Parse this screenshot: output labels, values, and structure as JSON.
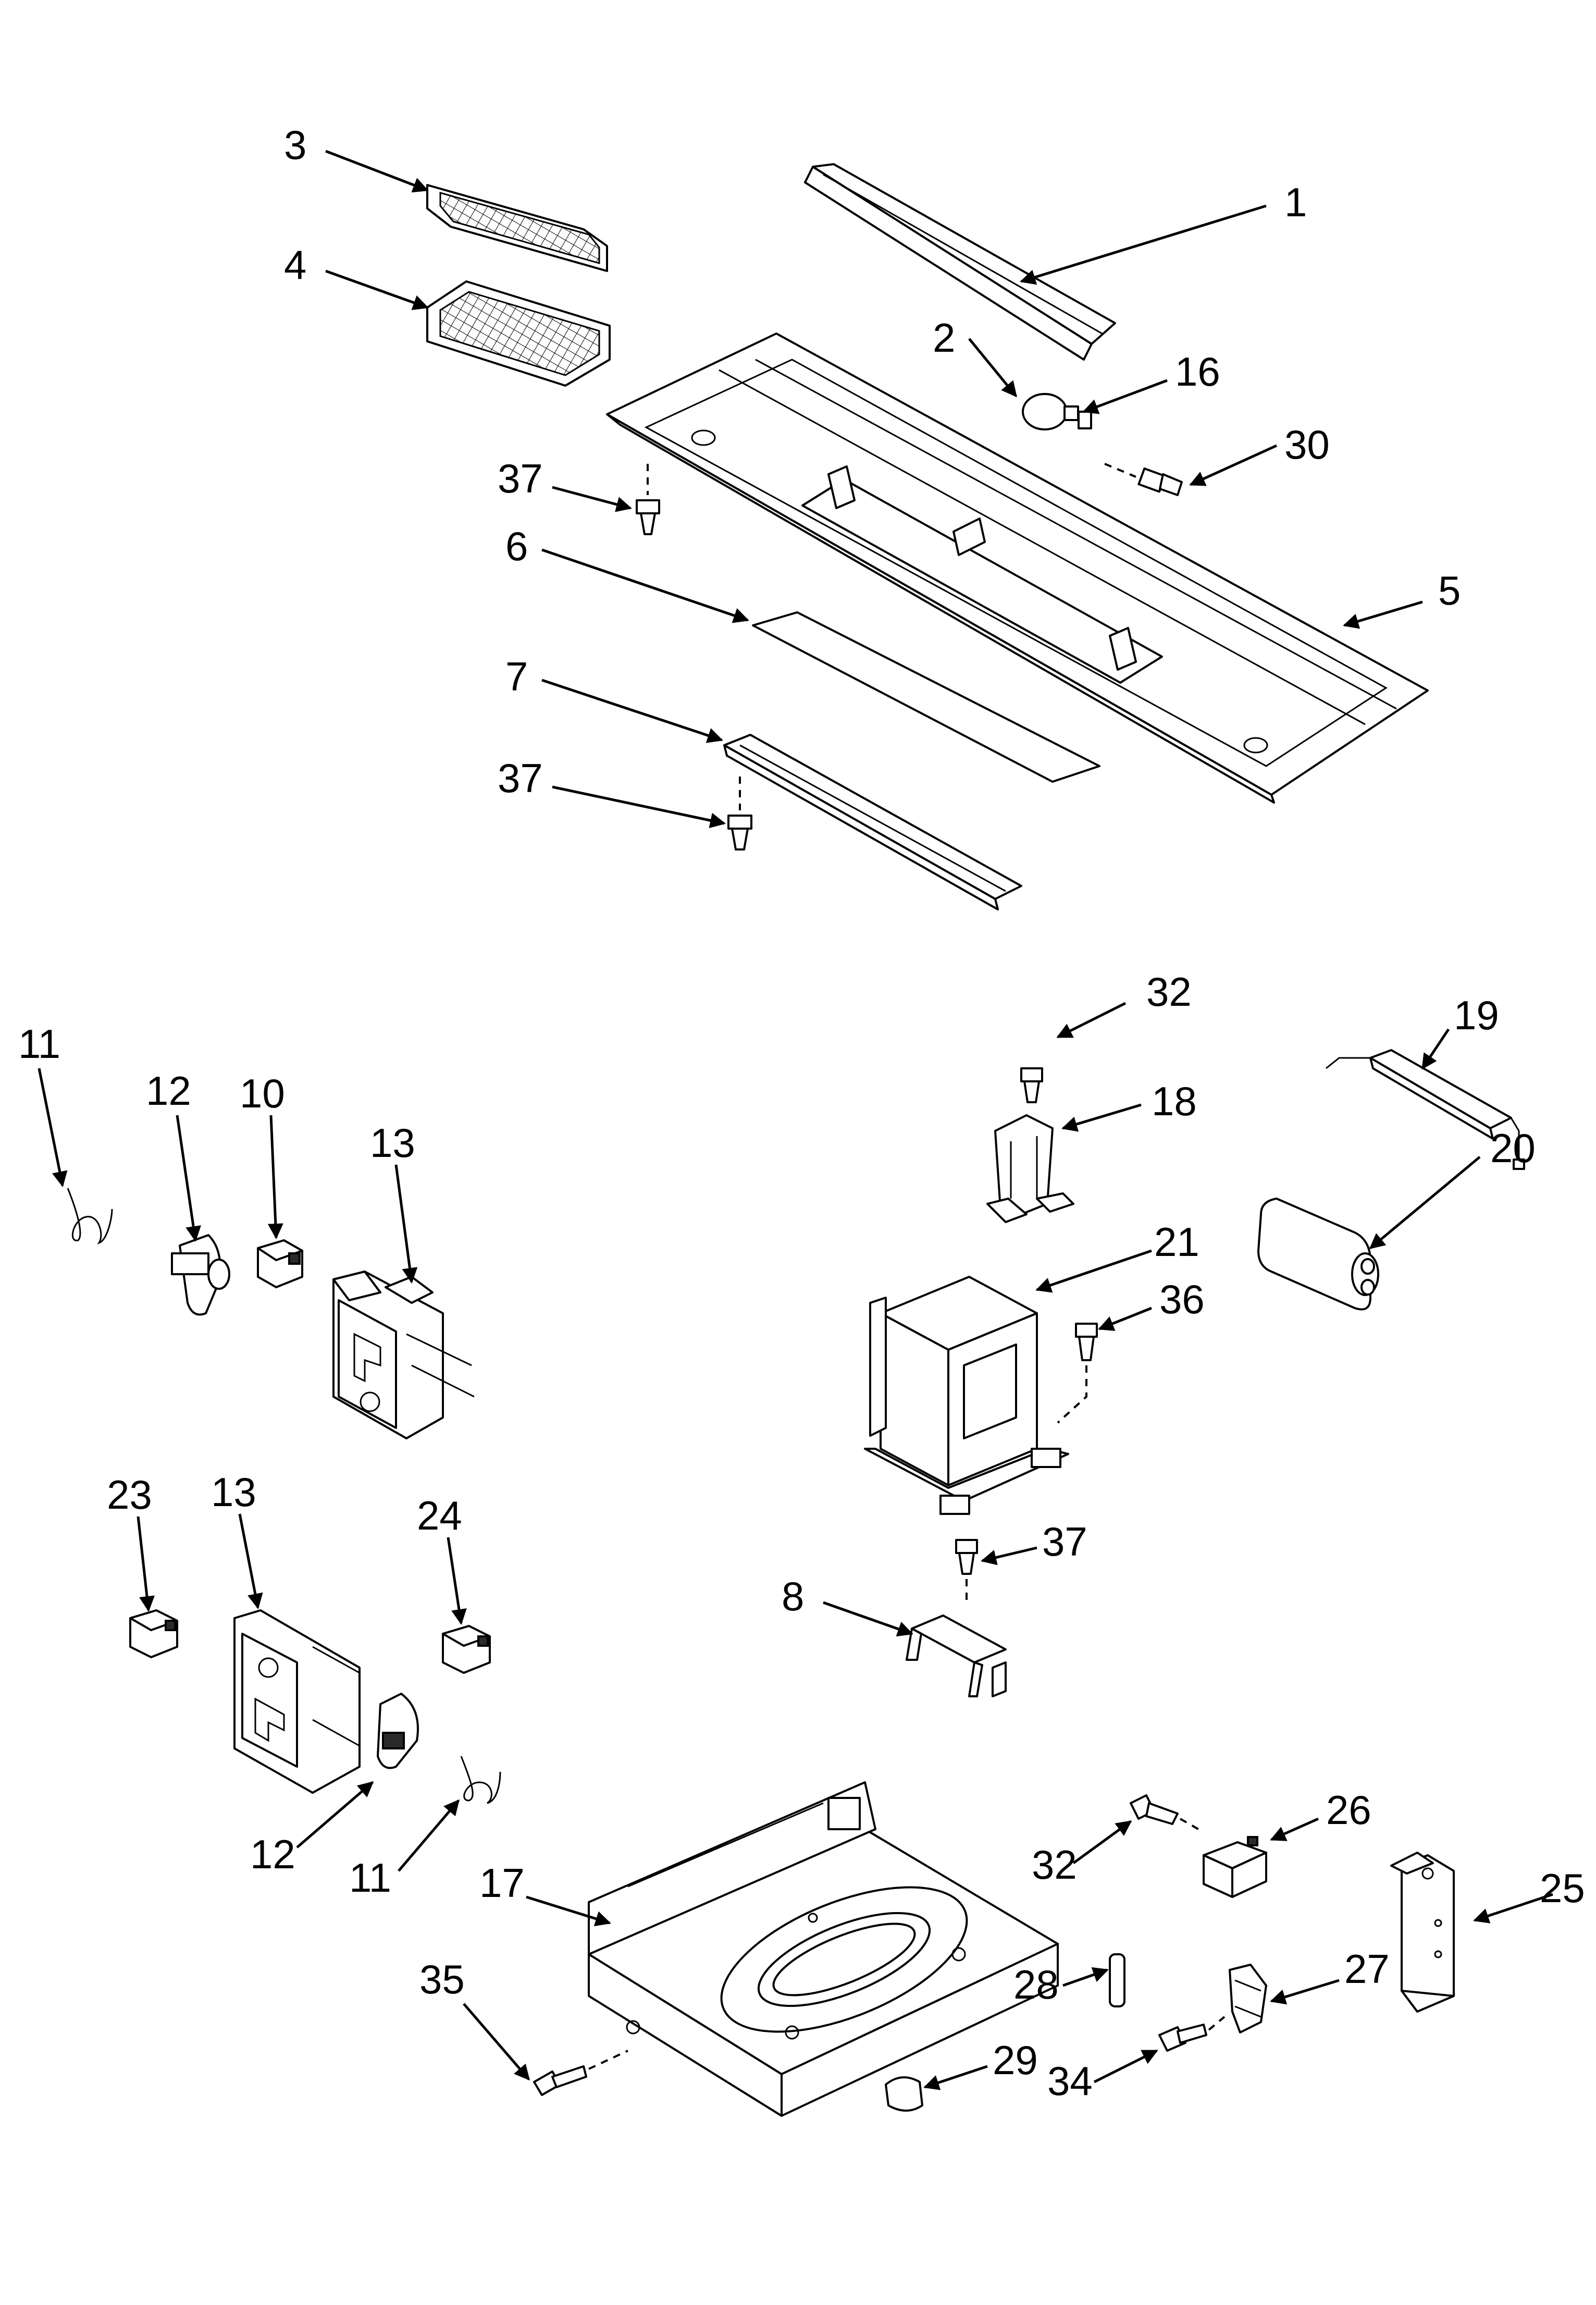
{
  "callouts": [
    {
      "id": "c1",
      "label": "1"
    },
    {
      "id": "c2",
      "label": "2"
    },
    {
      "id": "c3",
      "label": "3"
    },
    {
      "id": "c4",
      "label": "4"
    },
    {
      "id": "c5",
      "label": "5"
    },
    {
      "id": "c6",
      "label": "6"
    },
    {
      "id": "c7",
      "label": "7"
    },
    {
      "id": "c8",
      "label": "8"
    },
    {
      "id": "c10",
      "label": "10"
    },
    {
      "id": "c11a",
      "label": "11"
    },
    {
      "id": "c11b",
      "label": "11"
    },
    {
      "id": "c12a",
      "label": "12"
    },
    {
      "id": "c12b",
      "label": "12"
    },
    {
      "id": "c13a",
      "label": "13"
    },
    {
      "id": "c13b",
      "label": "13"
    },
    {
      "id": "c16",
      "label": "16"
    },
    {
      "id": "c17",
      "label": "17"
    },
    {
      "id": "c18",
      "label": "18"
    },
    {
      "id": "c19",
      "label": "19"
    },
    {
      "id": "c20",
      "label": "20"
    },
    {
      "id": "c21",
      "label": "21"
    },
    {
      "id": "c23",
      "label": "23"
    },
    {
      "id": "c24",
      "label": "24"
    },
    {
      "id": "c25",
      "label": "25"
    },
    {
      "id": "c26",
      "label": "26"
    },
    {
      "id": "c27",
      "label": "27"
    },
    {
      "id": "c28",
      "label": "28"
    },
    {
      "id": "c29",
      "label": "29"
    },
    {
      "id": "c30",
      "label": "30"
    },
    {
      "id": "c32a",
      "label": "32"
    },
    {
      "id": "c32b",
      "label": "32"
    },
    {
      "id": "c34",
      "label": "34"
    },
    {
      "id": "c35",
      "label": "35"
    },
    {
      "id": "c36",
      "label": "36"
    },
    {
      "id": "c37a",
      "label": "37"
    },
    {
      "id": "c37b",
      "label": "37"
    },
    {
      "id": "c37c",
      "label": "37"
    }
  ]
}
